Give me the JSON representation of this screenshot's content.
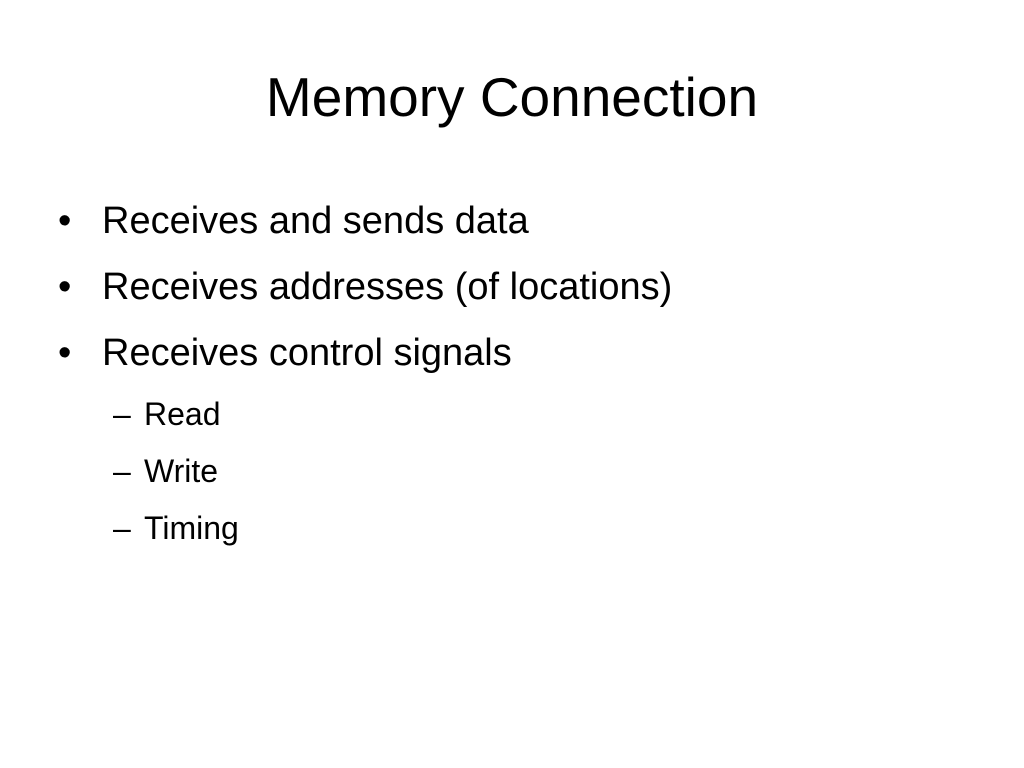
{
  "slide": {
    "title": "Memory Connection",
    "bullets": [
      {
        "marker": "•",
        "text": "Receives and sends data"
      },
      {
        "marker": "•",
        "text": "Receives addresses (of locations)"
      },
      {
        "marker": "•",
        "text": "Receives control signals"
      }
    ],
    "sub_bullets": [
      {
        "marker": "–",
        "text": "Read"
      },
      {
        "marker": "–",
        "text": "Write"
      },
      {
        "marker": "–",
        "text": "Timing"
      }
    ]
  }
}
